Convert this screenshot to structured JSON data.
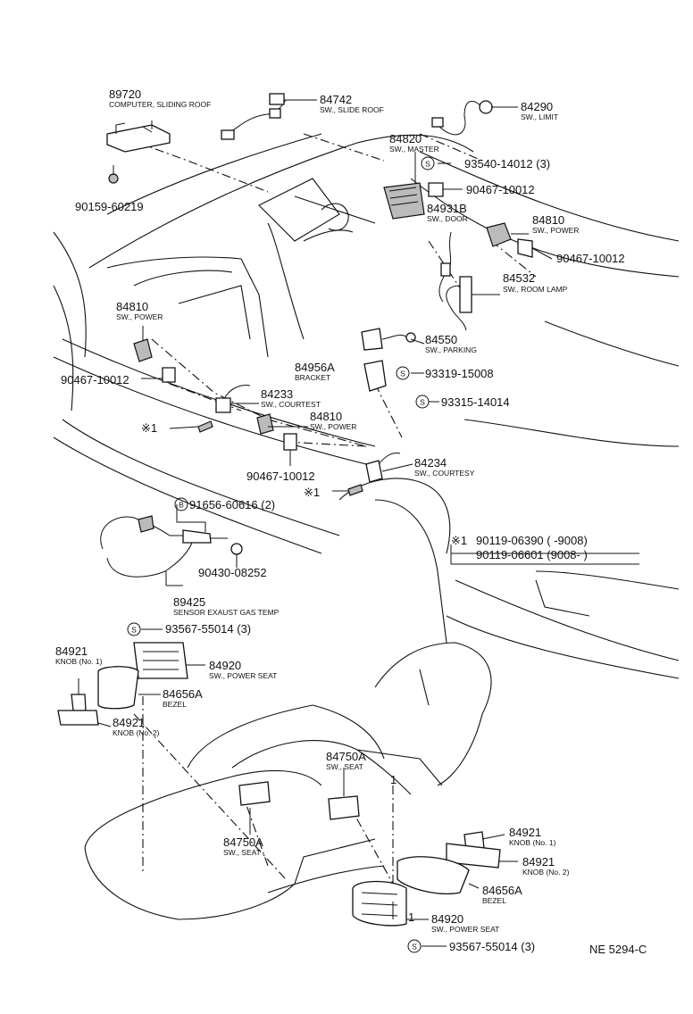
{
  "labels": {
    "p89720": {
      "num": "89720",
      "desc": "COMPUTER, SLIDING ROOF"
    },
    "p84742": {
      "num": "84742",
      "desc": "SW., SLIDE ROOF"
    },
    "p84290": {
      "num": "84290",
      "desc": "SW., LIMIT"
    },
    "p84820": {
      "num": "84820",
      "desc": "SW., MASTER"
    },
    "s93540": {
      "num": "93540-14012 (3)"
    },
    "p90159": {
      "num": "90159-60219"
    },
    "p90467a": {
      "num": "90467-10012"
    },
    "p84931b": {
      "num": "84931B",
      "desc": "SW., DOOR"
    },
    "p84810a": {
      "num": "84810",
      "desc": "SW., POWER"
    },
    "p90467b": {
      "num": "90467-10012"
    },
    "p84532": {
      "num": "84532",
      "desc": "SW., ROOM LAMP"
    },
    "p84810b": {
      "num": "84810",
      "desc": "SW., POWER"
    },
    "p90467c": {
      "num": "90467-10012"
    },
    "p84550": {
      "num": "84550",
      "desc": "SW., PARKING"
    },
    "p84956a": {
      "num": "84956A",
      "desc": "BRACKET"
    },
    "s93319": {
      "num": "93319-15008"
    },
    "s93315": {
      "num": "93315-14014"
    },
    "p84233": {
      "num": "84233",
      "desc": "SW., COURTEST"
    },
    "p84810c": {
      "num": "84810",
      "desc": "SW., POWER"
    },
    "x1a": {
      "num": "※1"
    },
    "p90467d": {
      "num": "90467-10012"
    },
    "p84234": {
      "num": "84234",
      "desc": "SW., COURTESY"
    },
    "x1b": {
      "num": "※1"
    },
    "b91656": {
      "num": "91656-60616 (2)"
    },
    "p90430": {
      "num": "90430-08252"
    },
    "p89425": {
      "num": "89425",
      "desc": "SENSOR EXAUST GAS TEMP"
    },
    "x1c": {
      "num": "※1"
    },
    "l90119a": {
      "num": "90119-06390 (        -9008)"
    },
    "l90119b": {
      "num": "90119-06601 (9008-         )"
    },
    "s93567a": {
      "num": "93567-55014 (3)"
    },
    "p84921a": {
      "num": "84921",
      "desc": "KNOB (No. 1)"
    },
    "p84920a": {
      "num": "84920",
      "desc": "SW., POWER SEAT"
    },
    "p84656a": {
      "num": "84656A",
      "desc": "BEZEL"
    },
    "p84921b": {
      "num": "84921",
      "desc": "KNOB (No. 2)"
    },
    "p84750a": {
      "num": "84750A",
      "desc": "SW., SEAT"
    },
    "p84750b": {
      "num": "84750A",
      "desc": "SW., SEAT"
    },
    "p84921c": {
      "num": "84921",
      "desc": "KNOB (No. 1)"
    },
    "p84921d": {
      "num": "84921",
      "desc": "KNOB (No. 2)"
    },
    "p84656b": {
      "num": "84656A",
      "desc": "BEZEL"
    },
    "p84920b": {
      "num": "84920",
      "desc": "SW., POWER SEAT"
    },
    "s93567b": {
      "num": "93567-55014 (3)"
    },
    "fig_code": "NE 5294-C"
  },
  "symbols": {
    "s": "S",
    "b": "B",
    "one": "1"
  }
}
